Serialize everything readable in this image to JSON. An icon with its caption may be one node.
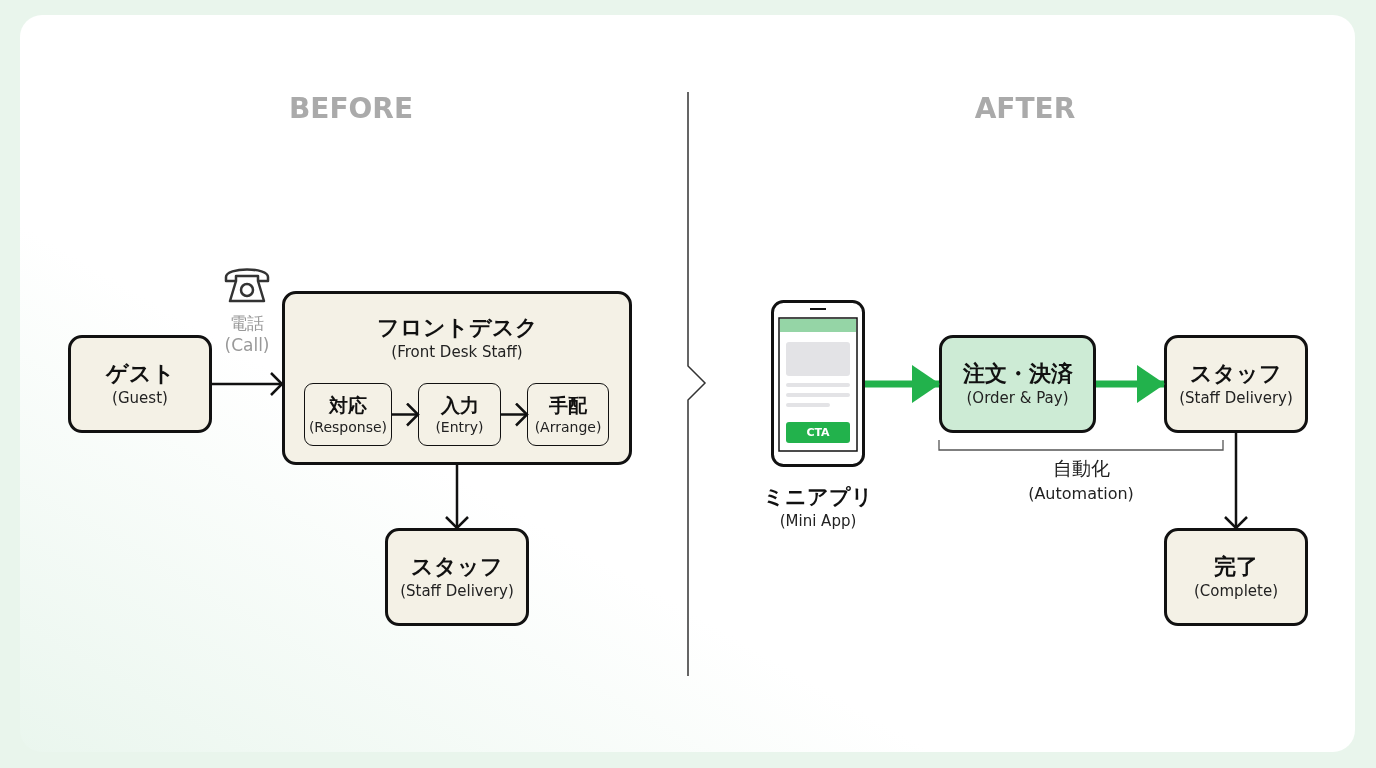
{
  "diagram": {
    "nodes": [
      {
        "text": [
          "ゲスト",
          "(Guest)"
        ]
      },
      {
        "text": [
          "フロントデスク",
          "(Front Desk Staff)"
        ]
      },
      {
        "text": [
          "対応",
          "(Response)"
        ],
        "in": 1
      },
      {
        "text": [
          "入力",
          "(Entry)"
        ],
        "in": 1
      },
      {
        "text": [
          "手配",
          "(Arrange)"
        ],
        "in": 1
      },
      {
        "text": [
          "スタッフ",
          "(Staff Delivery)"
        ]
      },
      {
        "text": [
          "CTA"
        ],
        "beside": [
          "ミニアプリ",
          "(Mini App)"
        ]
      },
      {
        "text": [
          "注文・決済",
          "(Order & Pay)"
        ]
      },
      {
        "text": [
          "スタッフ",
          "(Staff Delivery)"
        ]
      },
      {
        "text": [
          "完了",
          "(Complete)"
        ]
      }
    ],
    "edges": [
      {
        "from": 0,
        "to": 1,
        "arrow": "to",
        "label": "電話 (Call)"
      },
      {
        "from": 2,
        "to": 3,
        "arrow": "to"
      },
      {
        "from": 3,
        "to": 4,
        "arrow": "to"
      },
      {
        "from": 1,
        "to": 5,
        "arrow": "to"
      },
      {
        "from": 6,
        "to": 7,
        "arrow": "to",
        "style": "thick",
        "color": "#22b24c"
      },
      {
        "from": 7,
        "to": 8,
        "arrow": "to",
        "style": "thick",
        "color": "#22b24c"
      },
      {
        "from": 8,
        "to": 9,
        "arrow": "to"
      }
    ],
    "labels": [
      "BEFORE",
      "AFTER",
      "自動化",
      "(Automation)"
    ]
  }
}
